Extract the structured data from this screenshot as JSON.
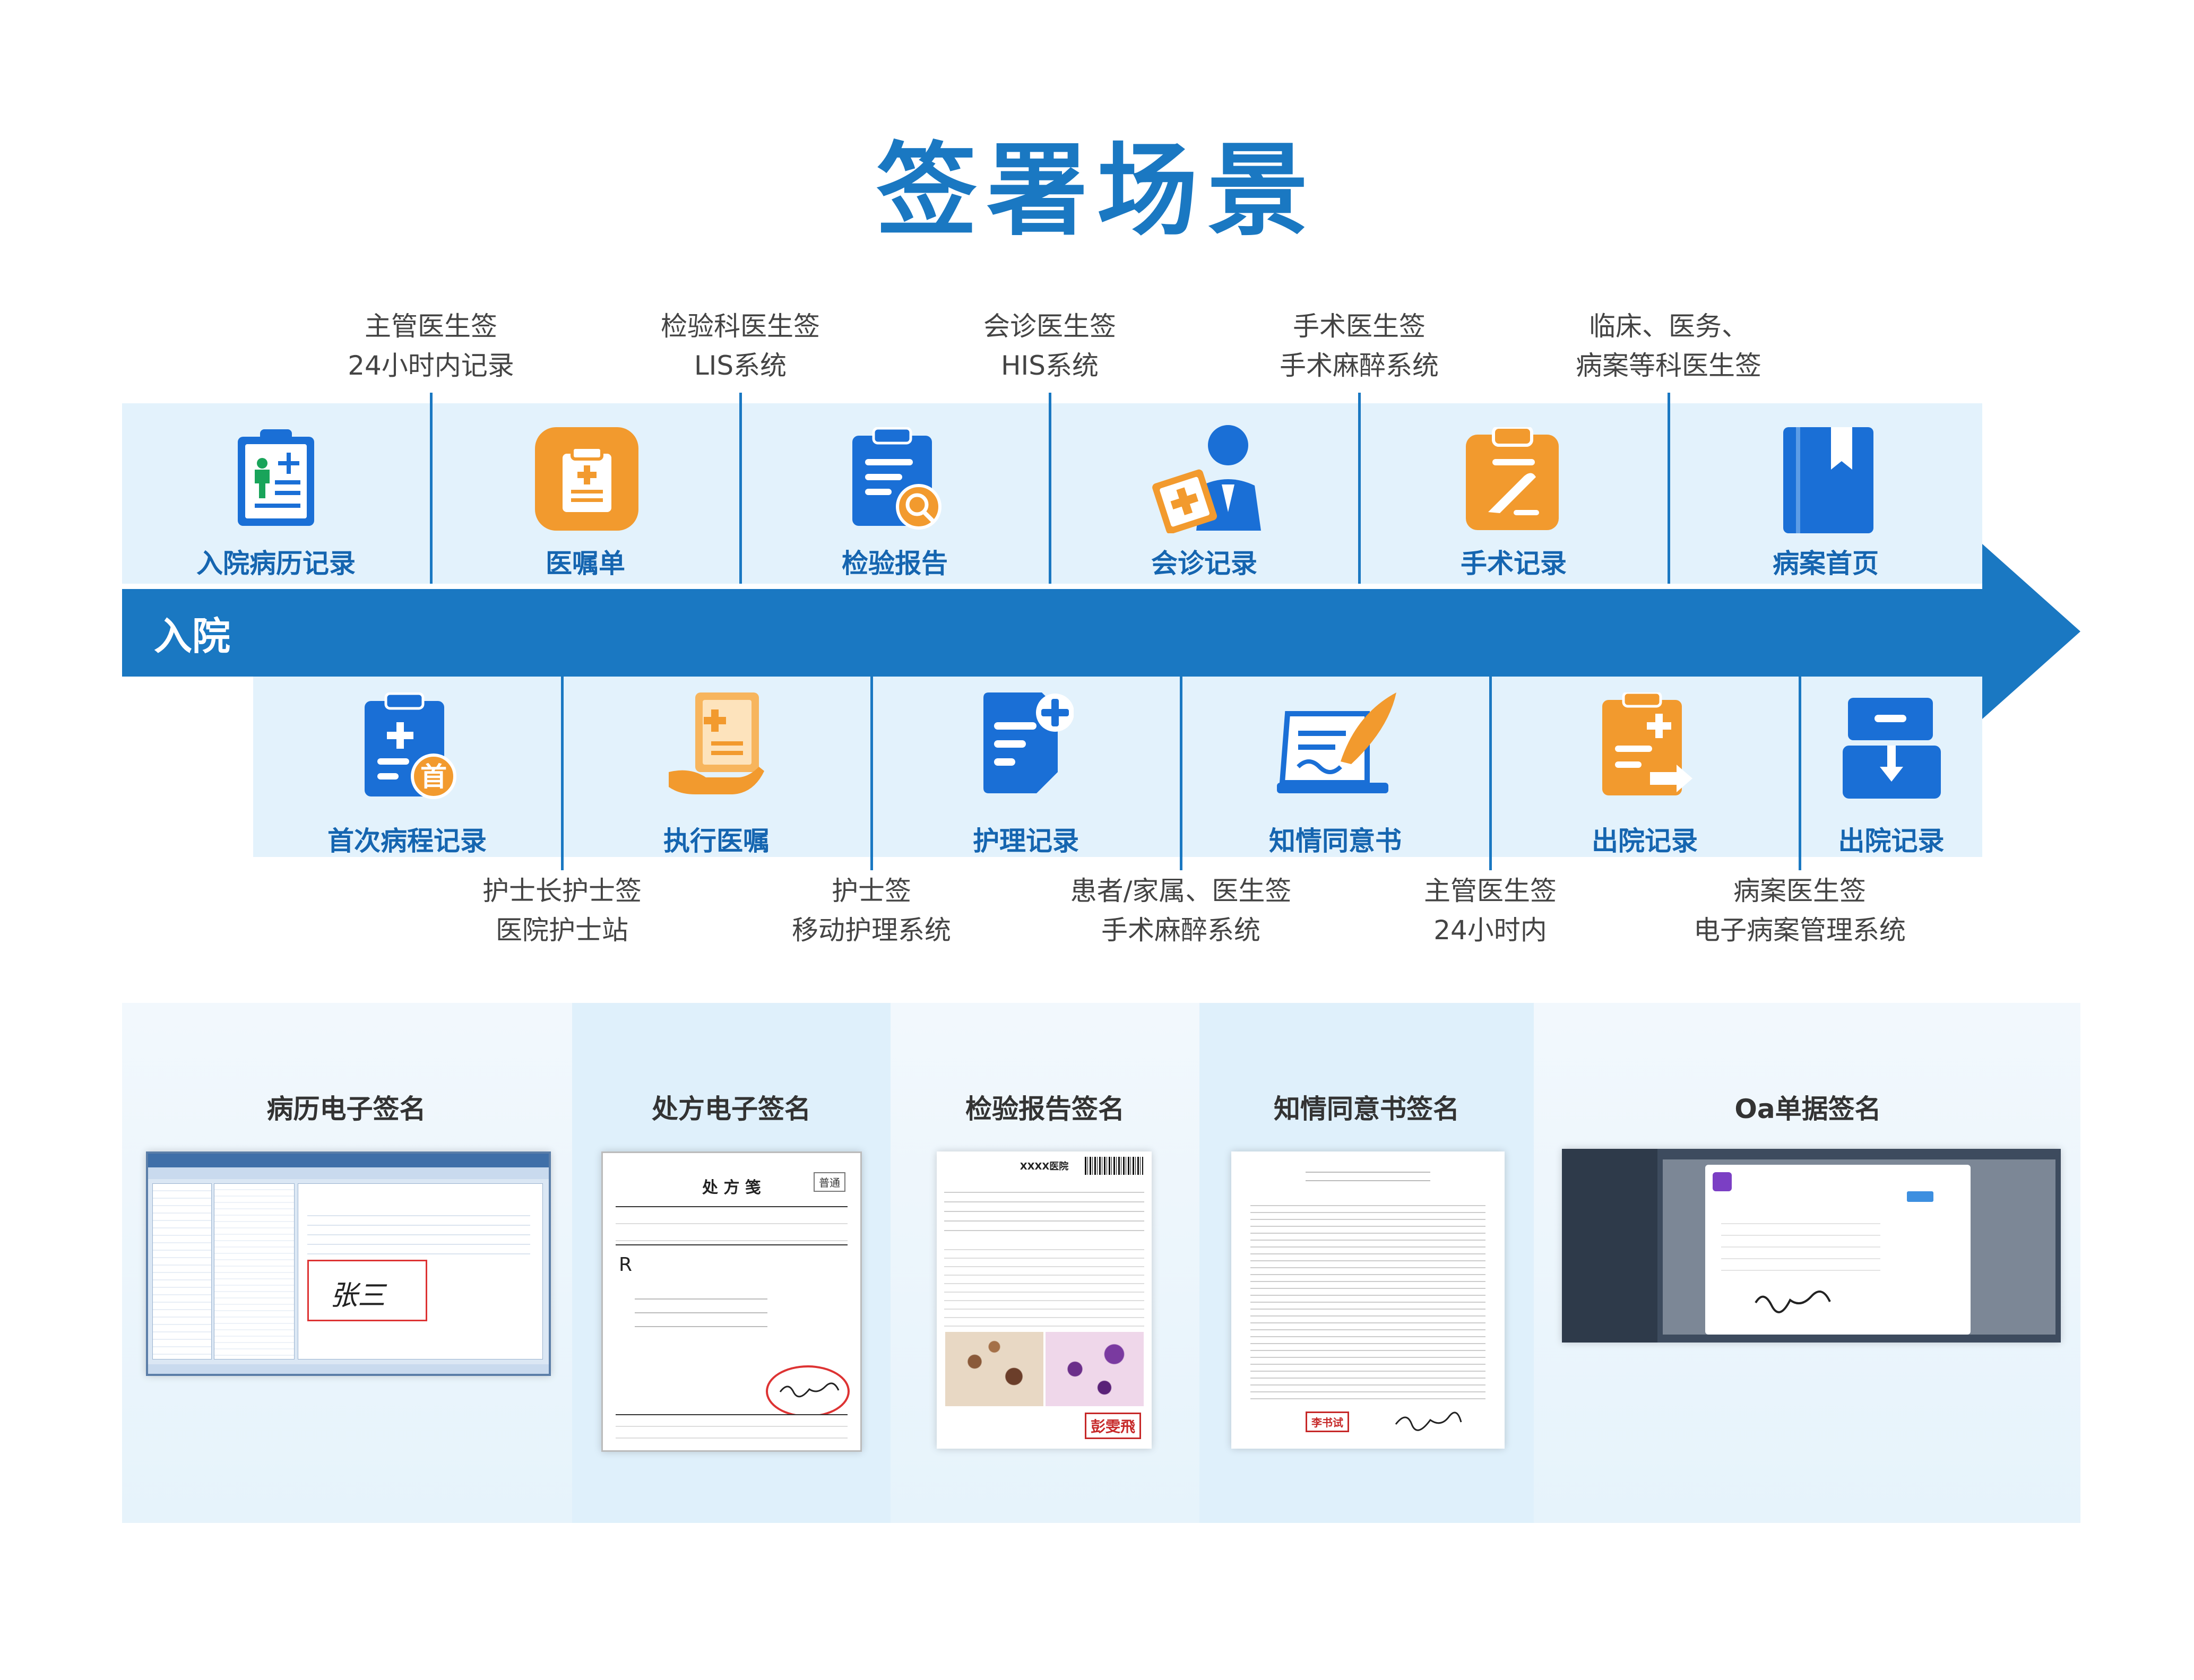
{
  "title": "签署场景",
  "timeline": {
    "start_label": "入院",
    "arrow_color": "#1a78c2",
    "top_items": [
      {
        "label": "入院病历记录",
        "icon": "clipboard-patient-icon",
        "color": "#1a6fd6"
      },
      {
        "label": "医嘱单",
        "icon": "orange-clipboard-icon",
        "color": "#f29a2e"
      },
      {
        "label": "检验报告",
        "icon": "clipboard-search-icon",
        "color": "#1a6fd6"
      },
      {
        "label": "会诊记录",
        "icon": "doctor-consult-icon",
        "color": "#1a6fd6"
      },
      {
        "label": "手术记录",
        "icon": "scalpel-clipboard-icon",
        "color": "#f29a2e"
      },
      {
        "label": "病案首页",
        "icon": "book-icon",
        "color": "#1a6fd6"
      }
    ],
    "top_annotations": [
      {
        "line1": "主管医生签",
        "line2": "24小时内记录"
      },
      {
        "line1": "检验科医生签",
        "line2": "LIS系统"
      },
      {
        "line1": "会诊医生签",
        "line2": "HIS系统"
      },
      {
        "line1": "手术医生签",
        "line2": "手术麻醉系统"
      },
      {
        "line1": "临床、医务、",
        "line2": "病案等科医生签"
      }
    ],
    "bottom_items": [
      {
        "label": "首次病程记录",
        "icon": "first-record-icon",
        "color": "#1a6fd6"
      },
      {
        "label": "执行医嘱",
        "icon": "hand-document-icon",
        "color": "#f29a2e"
      },
      {
        "label": "护理记录",
        "icon": "nursing-document-icon",
        "color": "#1a6fd6"
      },
      {
        "label": "知情同意书",
        "icon": "quill-consent-icon",
        "color": "#1a6fd6"
      },
      {
        "label": "出院记录",
        "icon": "discharge-document-icon",
        "color": "#f29a2e"
      },
      {
        "label": "出院记录",
        "icon": "discharge-box-icon",
        "color": "#1a6fd6"
      }
    ],
    "bottom_annotations": [
      {
        "line1": "护士长护士签",
        "line2": "医院护士站"
      },
      {
        "line1": "护士签",
        "line2": "移动护理系统"
      },
      {
        "line1": "患者/家属、医生签",
        "line2": "手术麻醉系统"
      },
      {
        "line1": "主管医生签",
        "line2": "24小时内"
      },
      {
        "line1": "病案医生签",
        "line2": "电子病案管理系统"
      }
    ]
  },
  "samples": [
    {
      "title": "病历电子签名",
      "signature": "张三"
    },
    {
      "title": "处方电子签名",
      "doc_title": "处 方 笺",
      "badge": "普通",
      "rx": "R"
    },
    {
      "title": "检验报告签名",
      "doc_title": "XXXX医院",
      "stamp": "彭雯飛"
    },
    {
      "title": "知情同意书签名",
      "stamp": "李书试"
    },
    {
      "title": "Oa单据签名"
    }
  ]
}
